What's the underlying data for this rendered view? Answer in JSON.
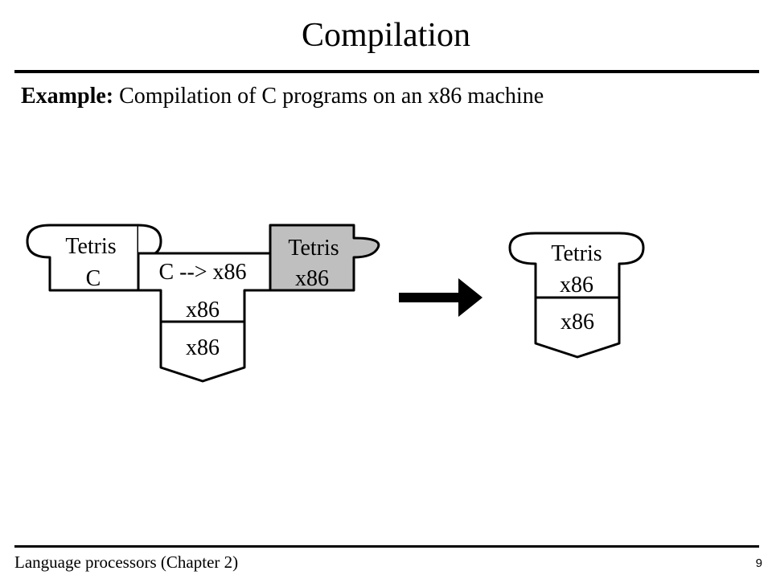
{
  "slide": {
    "title": "Compilation",
    "subtitle_bold": "Example:",
    "subtitle_text": "Compilation of C programs on an x86 machine"
  },
  "diagram": {
    "source_program": {
      "name": "Tetris",
      "language": "C"
    },
    "compiler": {
      "label": "C --> x86",
      "implementation": "x86"
    },
    "compiler_machine": {
      "label": "x86"
    },
    "object_program": {
      "name": "Tetris",
      "language": "x86",
      "fill": "#bfbfbf"
    },
    "result_program": {
      "name": "Tetris",
      "language": "x86"
    },
    "result_machine": {
      "label": "x86"
    }
  },
  "footer": {
    "course": "Language processors (Chapter 2)",
    "page_number": "9"
  }
}
